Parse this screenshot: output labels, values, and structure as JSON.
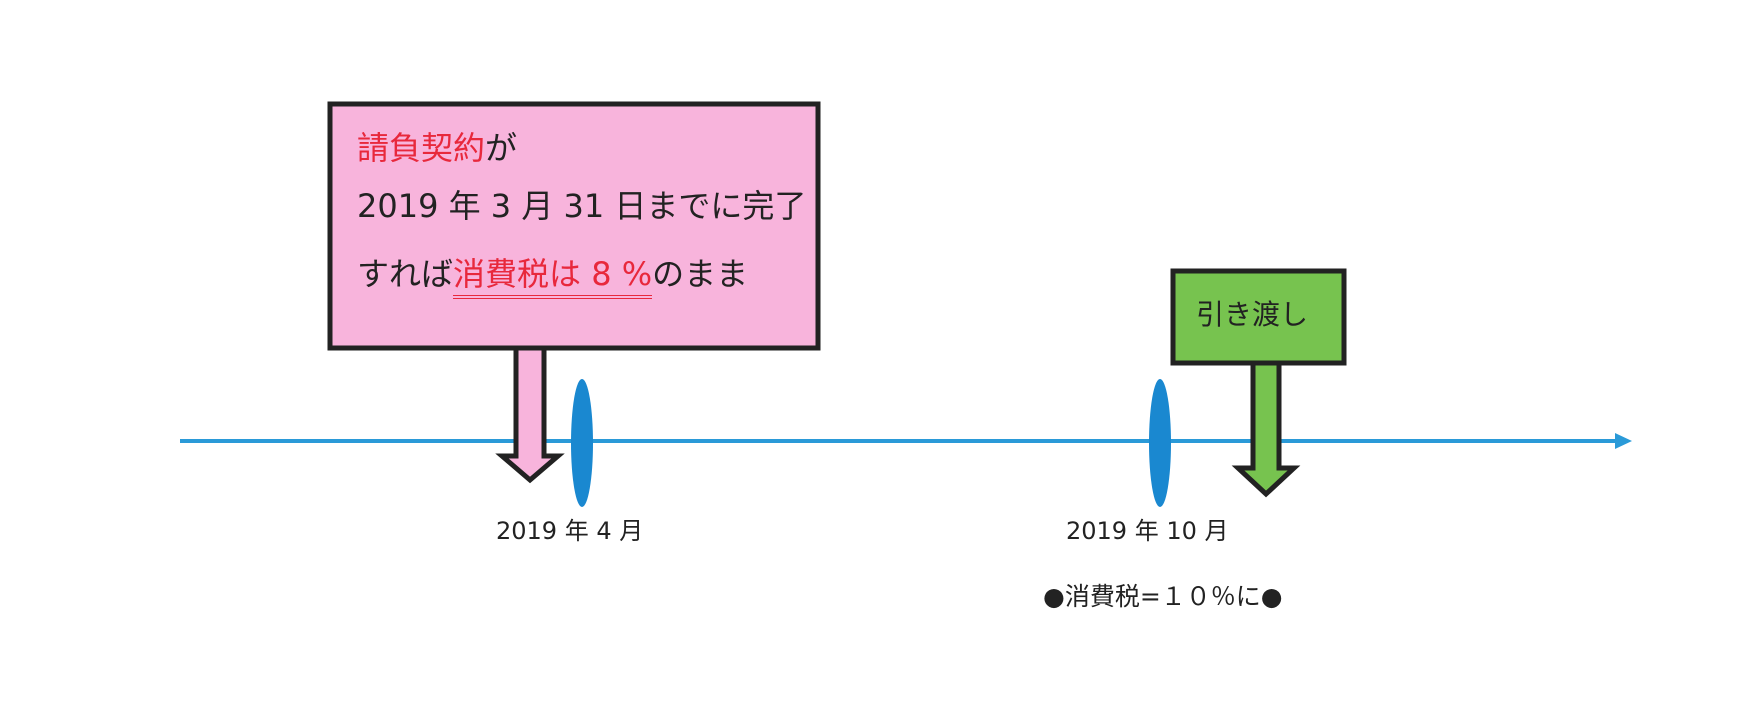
{
  "contract_box": {
    "line1": "請負契約が",
    "line1_red": "請負契約",
    "line1_rest": "が",
    "line2": "2019 年 3 月 31 日までに完了",
    "line3_prefix": "すれば",
    "line3_red": "消費税は 8 %",
    "line3_suffix": "のまま"
  },
  "handover_box": {
    "label": "引き渡し"
  },
  "timeline": {
    "date_april": "2019 年 4 月",
    "date_october": "2019 年 10 月",
    "tax_note": "●消費税=１０％に●"
  },
  "colors": {
    "timeline": "#2a9ad8",
    "marker": "#1a88d0",
    "pink_fill": "#f8b4dc",
    "green_fill": "#77c34f",
    "red_text": "#e8283c",
    "outline": "#222222"
  }
}
